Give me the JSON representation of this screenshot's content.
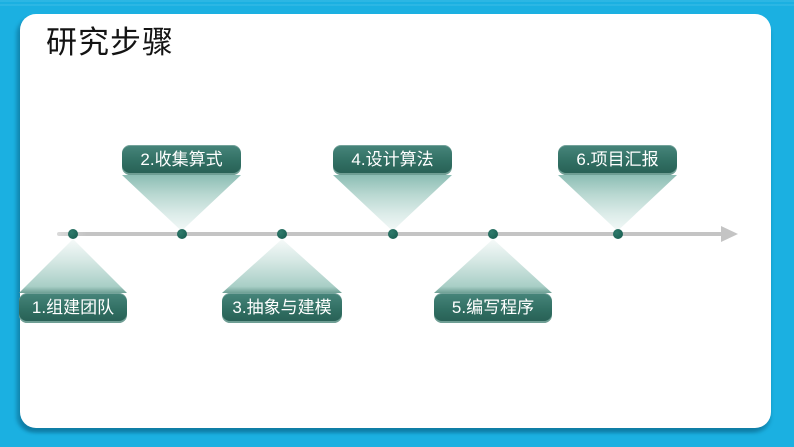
{
  "slide": {
    "title": "研究步骤",
    "colors": {
      "frame_cyan": "#1BB0E1",
      "panel_white": "#FFFFFF",
      "box_teal_top": "#47857B",
      "box_teal_bottom": "#275F54",
      "funnel_teal": "#A8CEC6",
      "timeline_gray": "#C4C4C4",
      "dot_teal": "#1D6356",
      "title_black": "#141414"
    },
    "timeline": {
      "style": "horizontal-arrow-right",
      "dot_count": 6
    },
    "milestones": [
      {
        "label": "1.组建团队",
        "position": "below"
      },
      {
        "label": "2.收集算式",
        "position": "above"
      },
      {
        "label": "3.抽象与建模",
        "position": "below"
      },
      {
        "label": "4.设计算法",
        "position": "above"
      },
      {
        "label": "5.编写程序",
        "position": "below"
      },
      {
        "label": "6.项目汇报",
        "position": "above"
      }
    ]
  }
}
